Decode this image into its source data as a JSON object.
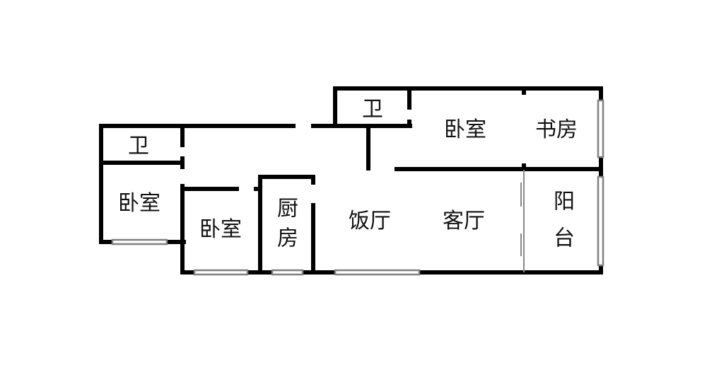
{
  "rooms": {
    "bath_upper": "卫",
    "bedroom_upper": "卧室",
    "study": "书房",
    "bath_left": "卫",
    "bedroom_left": "卧室",
    "bedroom_middle": "卧室",
    "kitchen": "厨房",
    "dining": "饭厅",
    "living": "客厅",
    "balcony": "阳台"
  }
}
